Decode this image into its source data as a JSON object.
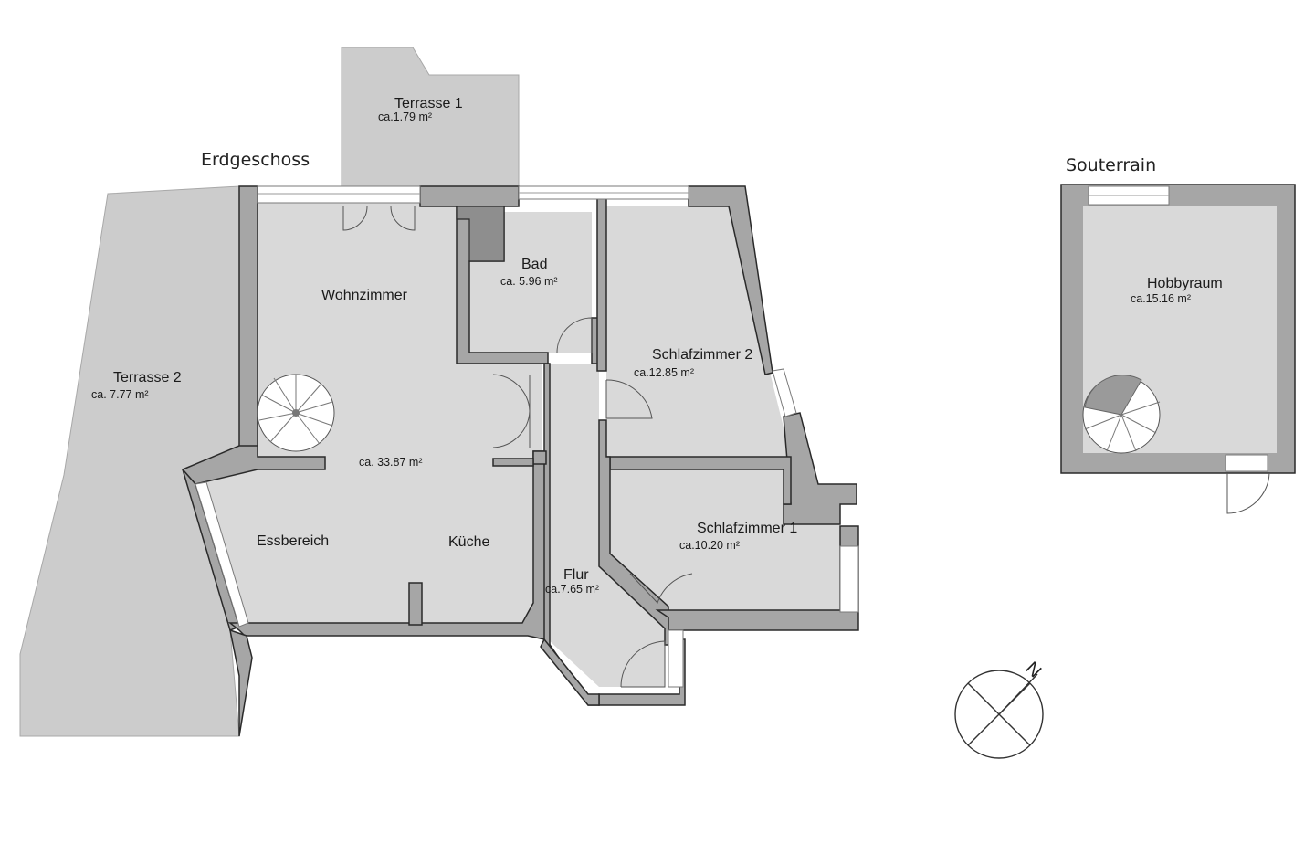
{
  "floors": {
    "ground": {
      "title": "Erdgeschoss"
    },
    "basement": {
      "title": "Souterrain"
    }
  },
  "rooms": {
    "terrasse1": {
      "name": "Terrasse 1",
      "area": "ca.1.79  m²"
    },
    "terrasse2": {
      "name": "Terrasse 2",
      "area": "ca. 7.77  m²"
    },
    "wohnzimmer": {
      "name": "Wohnzimmer"
    },
    "living_area": {
      "area": "ca.  33.87  m²"
    },
    "essbereich": {
      "name": "Essbereich"
    },
    "kueche": {
      "name": "Küche"
    },
    "bad": {
      "name": "Bad",
      "area": "ca. 5.96  m²"
    },
    "schlafzimmer2": {
      "name": "Schlafzimmer 2",
      "area": "ca.12.85  m²"
    },
    "schlafzimmer1": {
      "name": "Schlafzimmer 1",
      "area": "ca.10.20  m²"
    },
    "flur": {
      "name": "Flur",
      "area": "ca.7.65 m²"
    },
    "hobbyraum": {
      "name": "Hobbyraum",
      "area": "ca.15.16  m²"
    }
  },
  "compass": {
    "label": "N"
  },
  "colors": {
    "terrace": "#cccccc",
    "floor": "#d9d9d9",
    "wall": "#a6a6a6",
    "background": "#ffffff"
  }
}
